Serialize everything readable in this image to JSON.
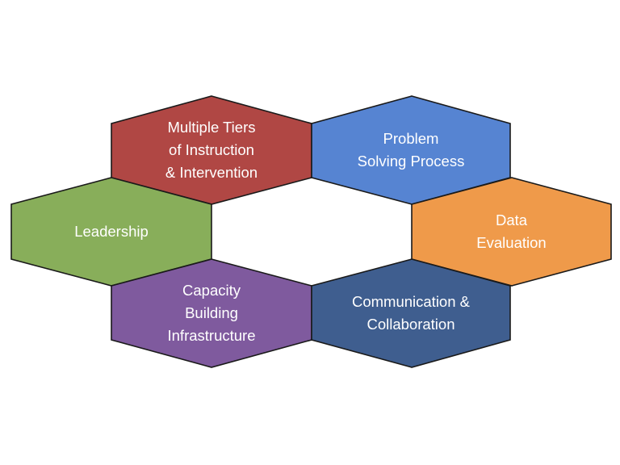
{
  "diagram": {
    "type": "hexagon-ring",
    "center": "empty",
    "hexagons": [
      {
        "id": "multiple-tiers",
        "label": "Multiple Tiers\nof Instruction\n& Intervention",
        "color": "#B04744",
        "position": "top-left"
      },
      {
        "id": "problem-solving",
        "label": "Problem\nSolving Process",
        "color": "#5684D2",
        "position": "top-right"
      },
      {
        "id": "leadership",
        "label": "Leadership",
        "color": "#88AE5A",
        "position": "middle-left"
      },
      {
        "id": "data-evaluation",
        "label": "Data\nEvaluation",
        "color": "#EF9A4A",
        "position": "middle-right"
      },
      {
        "id": "capacity-building",
        "label": "Capacity\nBuilding\nInfrastructure",
        "color": "#7F5A9E",
        "position": "bottom-left"
      },
      {
        "id": "communication",
        "label": "Communication &\nCollaboration",
        "color": "#3F5E8F",
        "position": "bottom-right"
      }
    ]
  }
}
